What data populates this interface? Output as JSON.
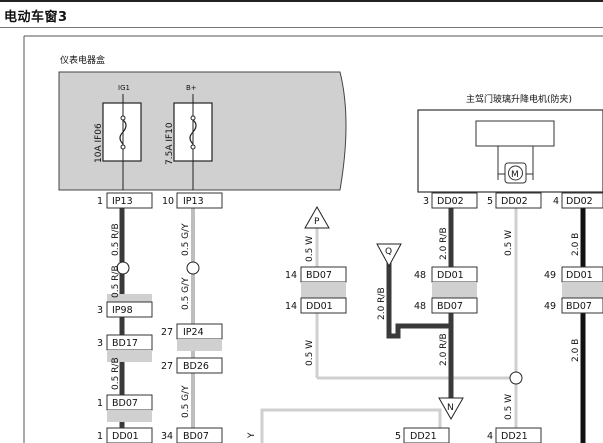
{
  "title": "电动车窗3",
  "module_box": {
    "label": "仪表电器盒"
  },
  "motor_box": {
    "label": "主驾门玻璃升降电机(防夹)",
    "motor_symbol": "M"
  },
  "fuses": [
    {
      "top_label": "IG1",
      "side_label": "10A IF06"
    },
    {
      "top_label": "B+",
      "side_label": "7.5A IF10"
    }
  ],
  "connectors": [
    {
      "pin": "1",
      "name": "IP13"
    },
    {
      "pin": "10",
      "name": "IP13"
    },
    {
      "pin": "3",
      "name": "IP98"
    },
    {
      "pin": "3",
      "name": "BD17"
    },
    {
      "pin": "1",
      "name": "BD07"
    },
    {
      "pin": "1",
      "name": "DD01"
    },
    {
      "pin": "27",
      "name": "IP24"
    },
    {
      "pin": "27",
      "name": "BD26"
    },
    {
      "pin": "34",
      "name": "BD07"
    },
    {
      "pin": "14",
      "name": "BD07"
    },
    {
      "pin": "14",
      "name": "DD01"
    },
    {
      "pin": "48",
      "name": "DD01"
    },
    {
      "pin": "48",
      "name": "BD07"
    },
    {
      "pin": "3",
      "name": "DD02"
    },
    {
      "pin": "5",
      "name": "DD02"
    },
    {
      "pin": "4",
      "name": "DD02"
    },
    {
      "pin": "49",
      "name": "DD01"
    },
    {
      "pin": "49",
      "name": "BD07"
    },
    {
      "pin": "5",
      "name": "DD21"
    },
    {
      "pin": "4",
      "name": "DD21"
    }
  ],
  "wire_labels": [
    "0.5 R/B",
    "0.5 R/B",
    "0.5 R/B",
    "0.5 G/Y",
    "0.5 G/Y",
    "0.5 G/Y",
    "0.5 W",
    "0.5 W",
    "0.5 W",
    "0.5 W",
    "2.0 R/B",
    "2.0 R/B",
    "2.0 R/B",
    "2.0 B",
    "2.0 B",
    "Y"
  ],
  "refs": [
    "P",
    "Q",
    "N"
  ],
  "colors": {
    "box_fill": "#d0d0d0",
    "wire_dark": "#3a3a3a",
    "wire_light": "#c0c0c0"
  }
}
